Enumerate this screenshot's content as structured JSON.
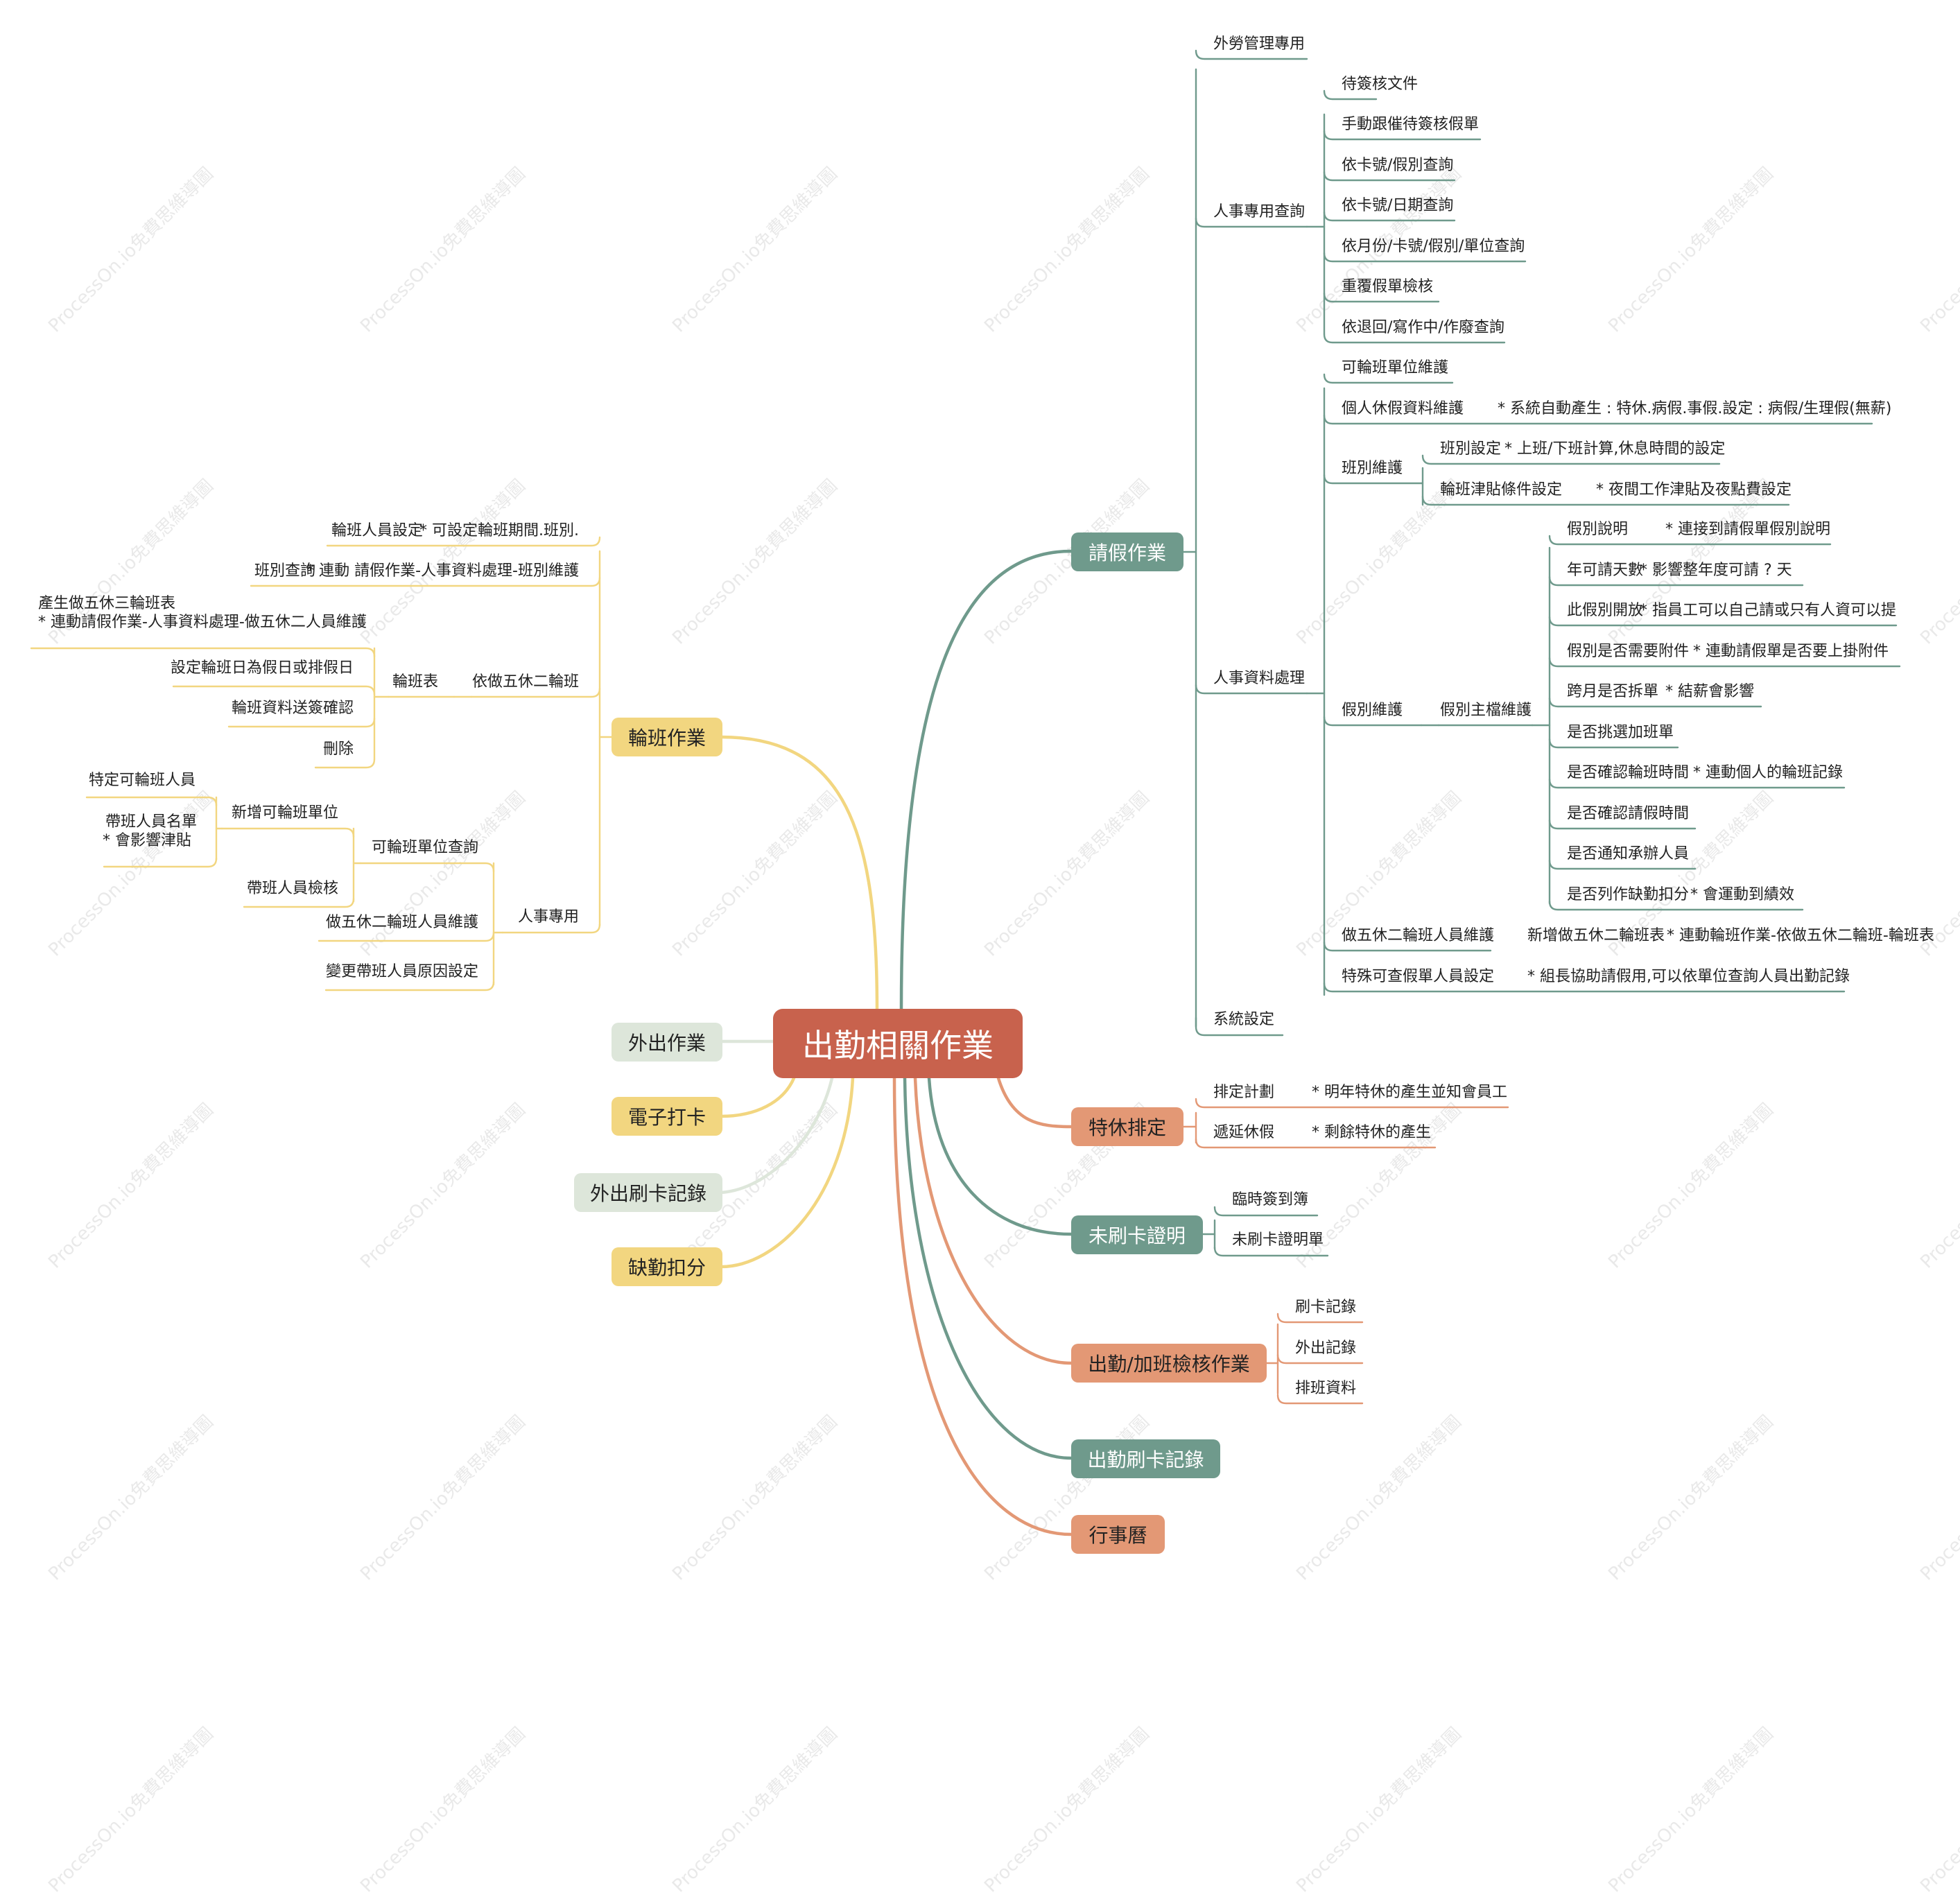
{
  "colors": {
    "root": "#c8624d",
    "green": "#6f9a8c",
    "green_light": "#dde6da",
    "orange": "#e39875",
    "yellow": "#f2d680",
    "text": "#222222",
    "white": "#ffffff"
  },
  "root": "出勤相關作業",
  "branches": {
    "leave": "請假作業",
    "special_leave": "特休排定",
    "missing_card": "未刷卡證明",
    "attendance_check": "出勤/加班檢核作業",
    "attendance_record": "出勤刷卡記錄",
    "calendar": "行事曆",
    "shift": "輪班作業",
    "outing": "外出作業",
    "e_clock": "電子打卡",
    "outing_record": "外出刷卡記錄",
    "penalty": "缺勤扣分"
  },
  "leave": {
    "foreign": "外勞管理專用",
    "hr_query": "人事專用查詢",
    "hr_query_items": [
      "待簽核文件",
      "手動跟催待簽核假單",
      "依卡號/假別查詢",
      "依卡號/日期查詢",
      "依月份/卡號/假別/單位查詢",
      "重覆假單檢核",
      "依退回/寫作中/作廢查詢"
    ],
    "hr_data": "人事資料處理",
    "rotation_unit": "可輪班單位維護",
    "personal_leave": "個人休假資料維護",
    "personal_leave_note": "* 系統自動產生 : 特休.病假.事假.設定 : 病假/生理假(無薪)",
    "class_maint": "班別維護",
    "class_setting": "班別設定",
    "class_setting_note": "* 上班/下班計算,休息時間的設定",
    "allowance": "輪班津貼條件設定",
    "allowance_note": "* 夜間工作津貼及夜點費設定",
    "leave_type": "假別維護",
    "leave_master": "假別主檔維護",
    "master_items": [
      {
        "label": "假別說明",
        "note": "* 連接到請假單假別說明"
      },
      {
        "label": "年可請天數",
        "note": "* 影響整年度可請 ? 天"
      },
      {
        "label": "此假別開放",
        "note": "* 指員工可以自己請或只有人資可以提"
      },
      {
        "label": "假別是否需要附件",
        "note": "* 連動請假單是否要上掛附件"
      },
      {
        "label": "跨月是否拆單",
        "note": "* 結薪會影響"
      },
      {
        "label": "是否挑選加班單",
        "note": ""
      },
      {
        "label": "是否確認輪班時間",
        "note": "* 連動個人的輪班記錄"
      },
      {
        "label": "是否確認請假時間",
        "note": ""
      },
      {
        "label": "是否通知承辦人員",
        "note": ""
      },
      {
        "label": "是否列作缺勤扣分",
        "note": "* 會運動到績效"
      }
    ],
    "five_two": "做五休二輪班人員維護",
    "five_two_add": "新增做五休二輪班表",
    "five_two_note": "* 連動輪班作業-依做五休二輪班-輪班表",
    "special_query": "特殊可查假單人員設定",
    "special_query_note": "* 組長協助請假用,可以依單位查詢人員出勤記錄",
    "system": "系統設定"
  },
  "special_leave": {
    "plan": "排定計劃",
    "plan_note": "* 明年特休的產生並知會員工",
    "defer": "遞延休假",
    "defer_note": "* 剩餘特休的產生"
  },
  "missing_card": {
    "items": [
      "臨時簽到簿",
      "未刷卡證明單"
    ]
  },
  "attendance_check": {
    "items": [
      "刷卡記錄",
      "外出記錄",
      "排班資料"
    ]
  },
  "shift": {
    "staff_setting": "輪班人員設定",
    "staff_setting_note": "* 可設定輪班期間.班別.",
    "class_query": "班別查詢",
    "class_query_note": "* 連動 請假作業-人事資料處理-班別維護",
    "five_two": "依做五休二輪班",
    "table": "輪班表",
    "gen_table_1": "產生做五休三輪班表",
    "gen_table_2": "* 連動請假作業-人事資料處理-做五休二人員維護",
    "set_holiday": "設定輪班日為假日或排假日",
    "send_confirm": "輪班資料送簽確認",
    "delete": "刪除",
    "hr_only": "人事專用",
    "unit_query": "可輪班單位查詢",
    "add_unit": "新增可輪班單位",
    "specific_staff": "特定可輪班人員",
    "leader_list_1": "帶班人員名單",
    "leader_list_2": "* 會影響津貼",
    "leader_check": "帶班人員檢核",
    "five_two_maint": "做五休二輪班人員維護",
    "reason_setting": "變更帶班人員原因設定"
  },
  "watermark": "ProcessOn.io免費思維導圖"
}
